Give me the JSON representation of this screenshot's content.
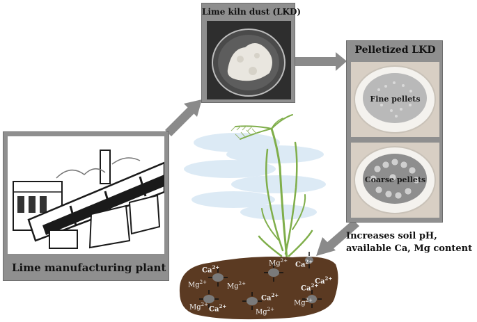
{
  "plant": {
    "label": "Lime  manufacturing plant"
  },
  "lkd": {
    "title": "Lime kiln dust (LKD)"
  },
  "pellet": {
    "title": "Pelletized LKD",
    "fine_label": "Fine pellets",
    "coarse_label": "Coarse pellets"
  },
  "effect": {
    "line1": "Increases soil pH,",
    "line2": "available Ca, Mg content"
  },
  "soil": {
    "ions": [
      {
        "text": "Ca",
        "sup": "2+",
        "kind": "ca"
      },
      {
        "text": "Mg",
        "sup": "2+",
        "kind": "mg"
      },
      {
        "text": "Mg",
        "sup": "2+",
        "kind": "mg"
      },
      {
        "text": "Mg",
        "sup": "2+",
        "kind": "mg"
      },
      {
        "text": "Ca",
        "sup": "2+",
        "kind": "ca"
      },
      {
        "text": "Ca",
        "sup": "2+",
        "kind": "ca"
      },
      {
        "text": "Ca",
        "sup": "2+",
        "kind": "ca"
      },
      {
        "text": "Mg",
        "sup": "2+",
        "kind": "mg"
      },
      {
        "text": "Mg",
        "sup": "2+",
        "kind": "mg"
      },
      {
        "text": "Ca",
        "sup": "2+",
        "kind": "ca"
      },
      {
        "text": "Ca",
        "sup": "2+",
        "kind": "ca"
      },
      {
        "text": "Mg",
        "sup": "2+",
        "kind": "mg"
      }
    ]
  },
  "colors": {
    "panel": "#8f8f8f",
    "arrow": "#8a8a8a",
    "soil": "#5b3a22",
    "plant": "#7fae4a",
    "water": "#d9e8f4"
  }
}
